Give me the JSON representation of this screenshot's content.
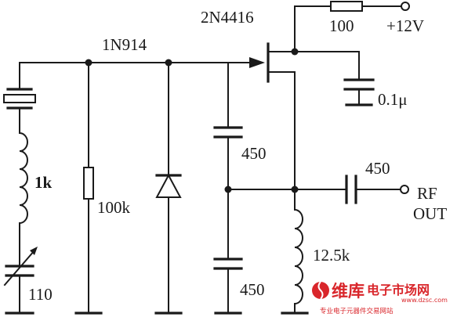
{
  "circuit": {
    "transistor_label": "2N4416",
    "diode_label": "1N914",
    "supply_resistor_label": "100",
    "supply_label": "+12V",
    "bypass_cap_label": "0.1μ",
    "inductor_label": "1k",
    "resistor_label": "100k",
    "upper_cap_label": "450",
    "lower_cap_label": "450",
    "coupling_cap_label": "450",
    "output_label_line1": "RF",
    "output_label_line2": "OUT",
    "choke_label": "12.5k",
    "variable_cap_label": "110"
  },
  "watermark": {
    "brand": "维库",
    "site": "电子市场网",
    "url": "www.dzsc.com",
    "tagline": "专业电子元器件交易网站"
  }
}
